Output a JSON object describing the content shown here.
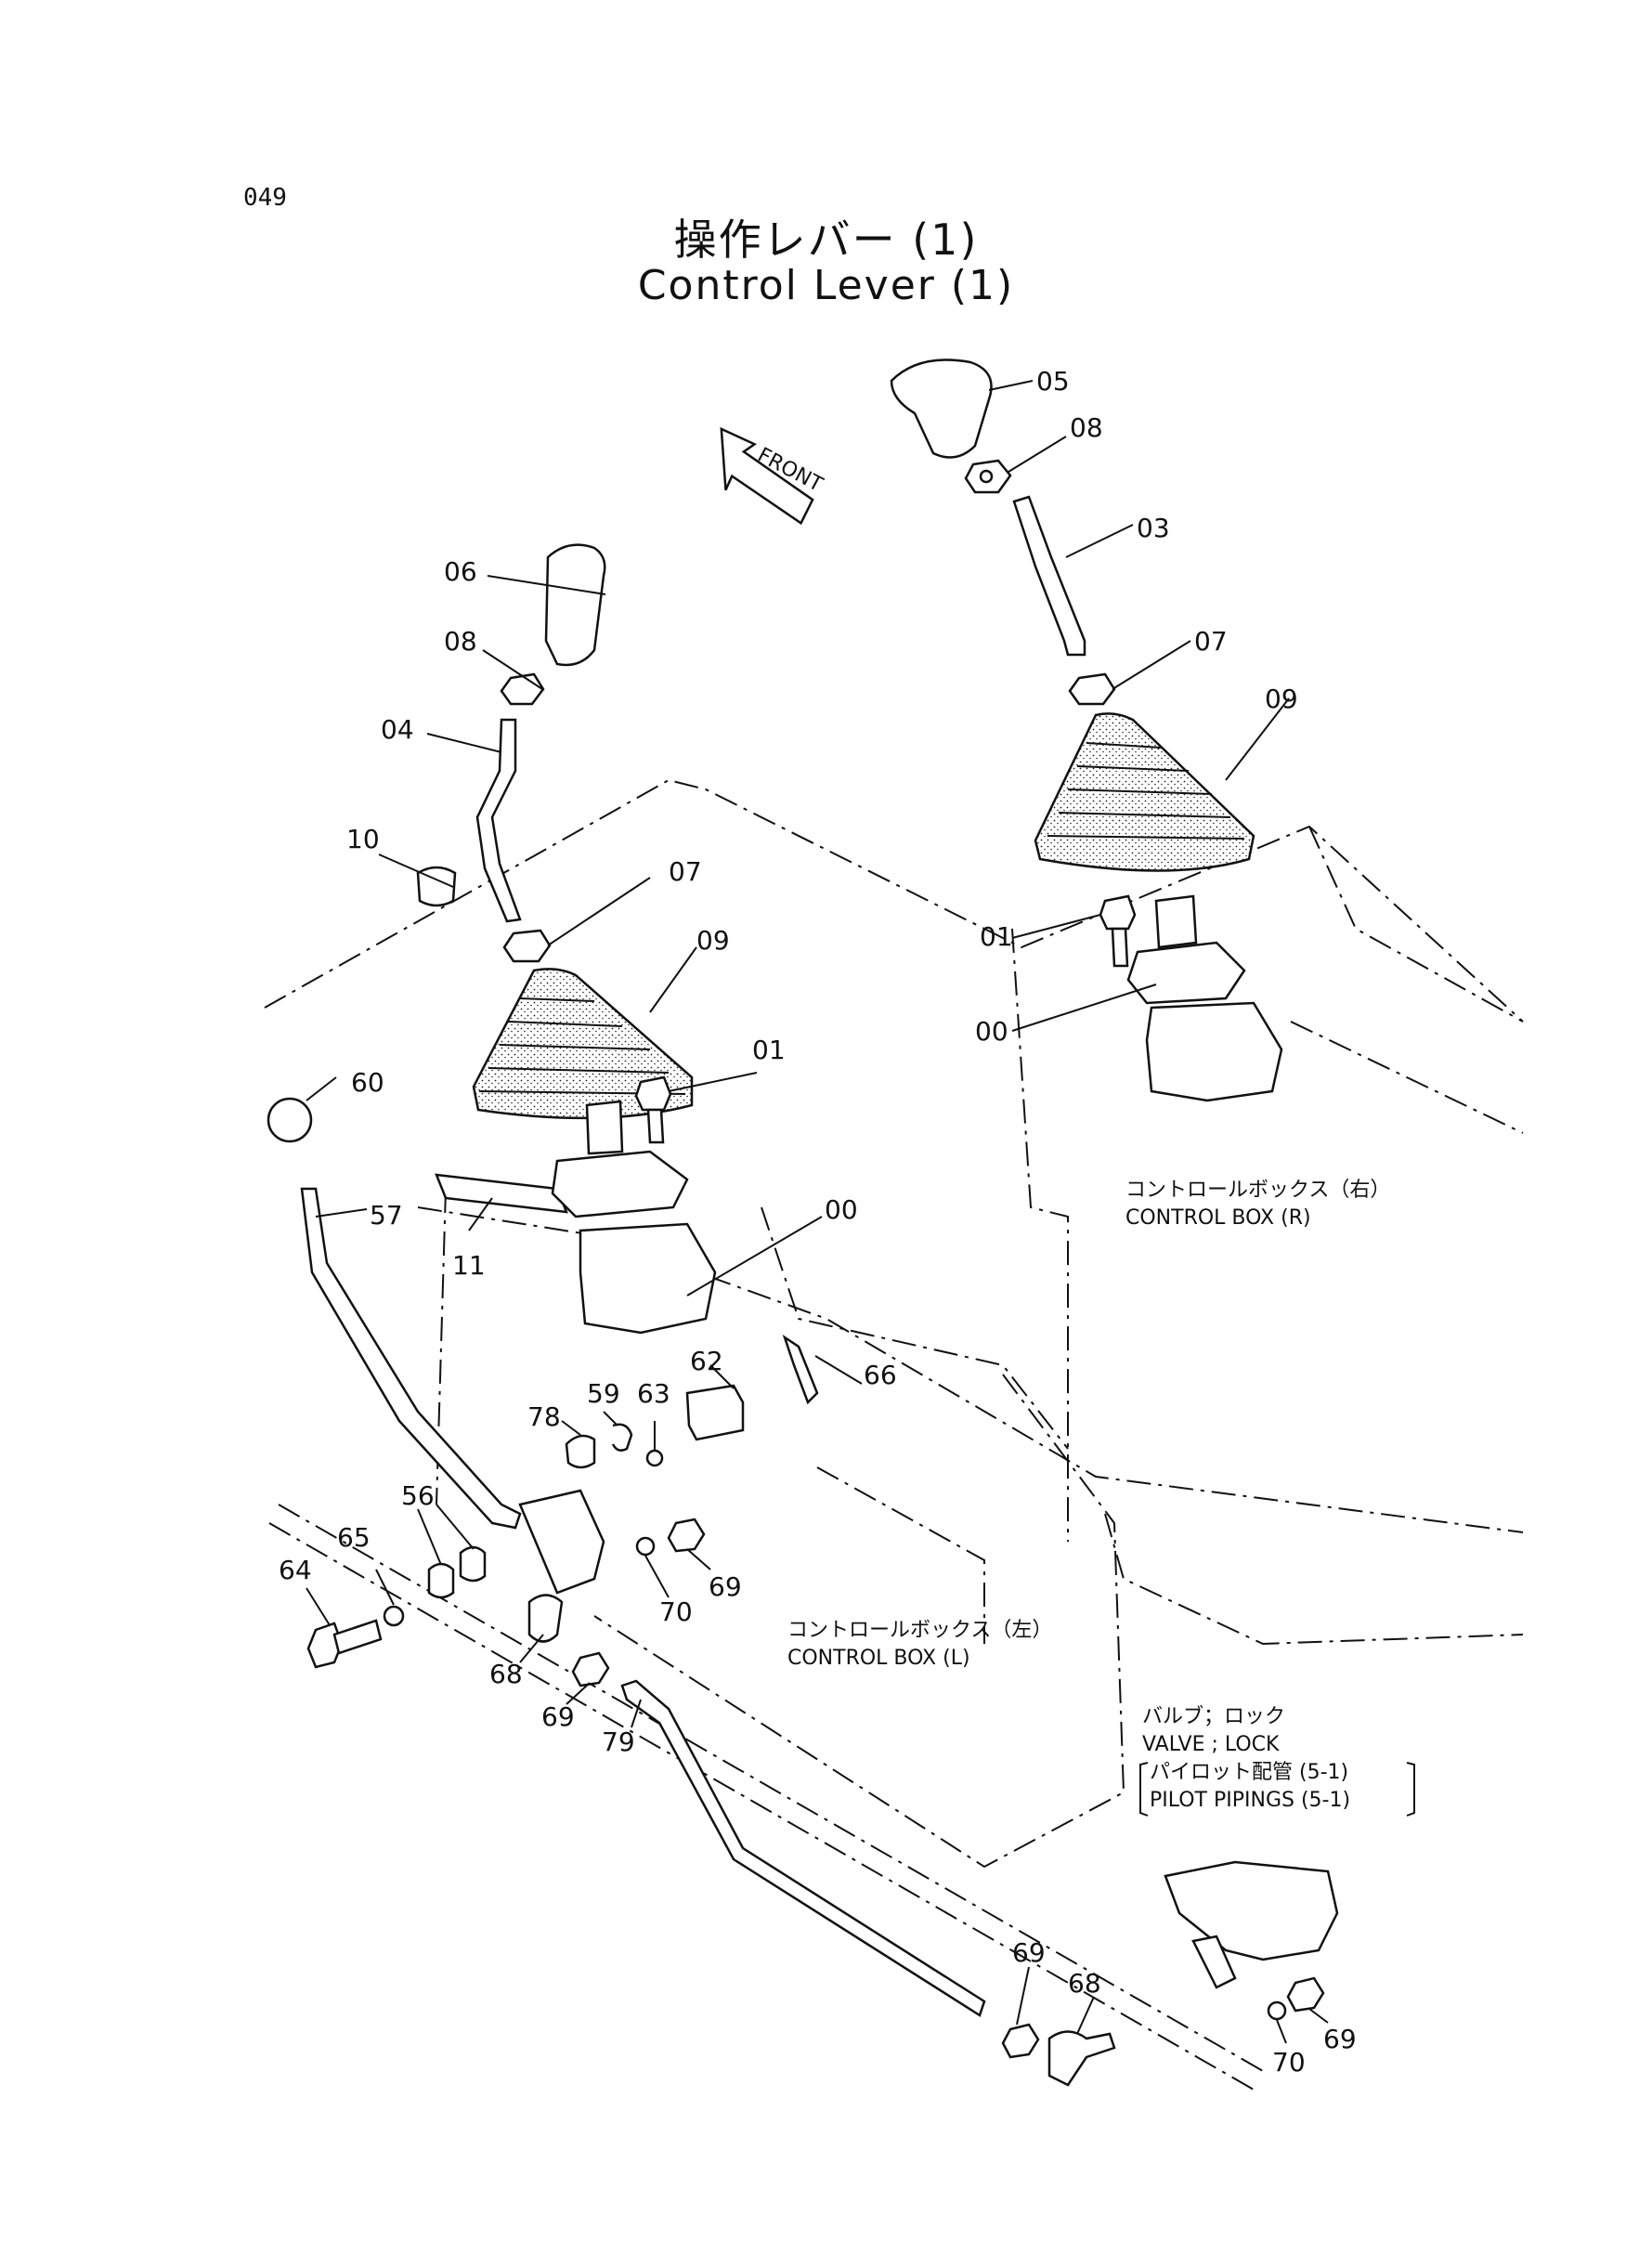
{
  "page": {
    "number": "049"
  },
  "title": {
    "ja": "操作レバー (1)",
    "en": "Control Lever (1)"
  },
  "direction_arrow": {
    "label": "FRONT",
    "icon": "front-arrow-icon"
  },
  "notes": {
    "control_box_right": {
      "ja": "コントロールボックス（右）",
      "en": "CONTROL BOX (R)"
    },
    "control_box_left": {
      "ja": "コントロールボックス（左）",
      "en": "CONTROL BOX (L)"
    },
    "valve": {
      "ja": "バルブ；ロック",
      "en": "VALVE ; LOCK",
      "ref_ja": "パイロット配管 (5-1)",
      "ref_en": "PILOT PIPINGS (5-1)"
    }
  },
  "callouts": {
    "right": [
      "05",
      "08",
      "03",
      "07",
      "09",
      "01",
      "00"
    ],
    "left": [
      "06",
      "08",
      "04",
      "10",
      "07",
      "09",
      "01",
      "60",
      "57",
      "11",
      "00"
    ],
    "linkage": [
      "62",
      "66",
      "78",
      "59",
      "63",
      "56",
      "65",
      "64",
      "70",
      "69",
      "68",
      "69",
      "79"
    ],
    "valve": [
      "69",
      "68",
      "70",
      "69"
    ]
  }
}
